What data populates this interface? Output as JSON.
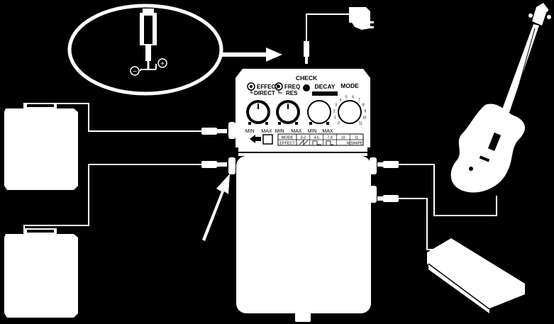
{
  "panel": {
    "check_label": "CHECK",
    "switch1_top": "EFFECT",
    "switch1_bottom": "DIRECT",
    "switch2_top": "FREQ",
    "switch2_bottom": "RES",
    "decay_label": "DECAY",
    "mode_label": "MODE",
    "knob_min": "MIN",
    "knob_max": "MAX",
    "mode_numbers": [
      "0",
      "1",
      "2",
      "3",
      "4",
      "5",
      "6",
      "7",
      "8",
      "9",
      "10",
      "11"
    ],
    "table_mode_header": "MODE",
    "table_effect_header": "EFFECT",
    "table_cols": [
      "0-3",
      "4-6",
      "7-9",
      "10",
      "11"
    ],
    "table_whshape": "W.SHAPE"
  },
  "power_polarity": {
    "minus": "−",
    "plus": "+"
  },
  "icons": [
    "adapter-plug-icon",
    "dc-jack-icon",
    "polarity-diagram-icon",
    "arrow-icon",
    "amplifier-icon",
    "bass-guitar-icon",
    "expression-pedal-icon",
    "pedal-icon"
  ]
}
